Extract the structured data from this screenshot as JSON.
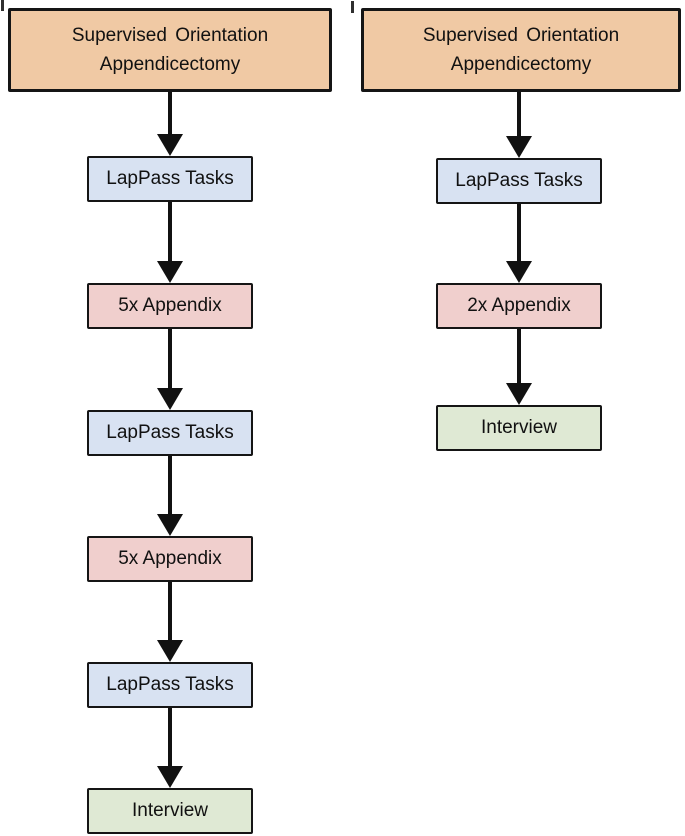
{
  "diagram": {
    "background": "#ffffff",
    "border_color": "#151515",
    "arrow_color": "#111111",
    "colors": {
      "orientation": "#F0C9A4",
      "lappass": "#D8E2F2",
      "appendix": "#F0CFCD",
      "interview": "#DFE9D4"
    },
    "columns": [
      {
        "name": "pathway-1",
        "nodes": [
          {
            "id": "c1-header",
            "type": "orientation",
            "lines": [
              "Supervised Orientation",
              "Appendicectomy"
            ]
          },
          {
            "id": "c1-lappass-1",
            "type": "lappass",
            "label": "LapPass Tasks"
          },
          {
            "id": "c1-appendix-1",
            "type": "appendix",
            "label": "5x Appendix"
          },
          {
            "id": "c1-lappass-2",
            "type": "lappass",
            "label": "LapPass Tasks"
          },
          {
            "id": "c1-appendix-2",
            "type": "appendix",
            "label": "5x Appendix"
          },
          {
            "id": "c1-lappass-3",
            "type": "lappass",
            "label": "LapPass Tasks"
          },
          {
            "id": "c1-interview",
            "type": "interview",
            "label": "Interview"
          }
        ]
      },
      {
        "name": "pathway-2",
        "nodes": [
          {
            "id": "c2-header",
            "type": "orientation",
            "lines": [
              "Supervised Orientation",
              "Appendicectomy"
            ]
          },
          {
            "id": "c2-lappass-1",
            "type": "lappass",
            "label": "LapPass Tasks"
          },
          {
            "id": "c2-appendix-1",
            "type": "appendix",
            "label": "2x Appendix"
          },
          {
            "id": "c2-interview",
            "type": "interview",
            "label": "Interview"
          }
        ]
      }
    ]
  }
}
